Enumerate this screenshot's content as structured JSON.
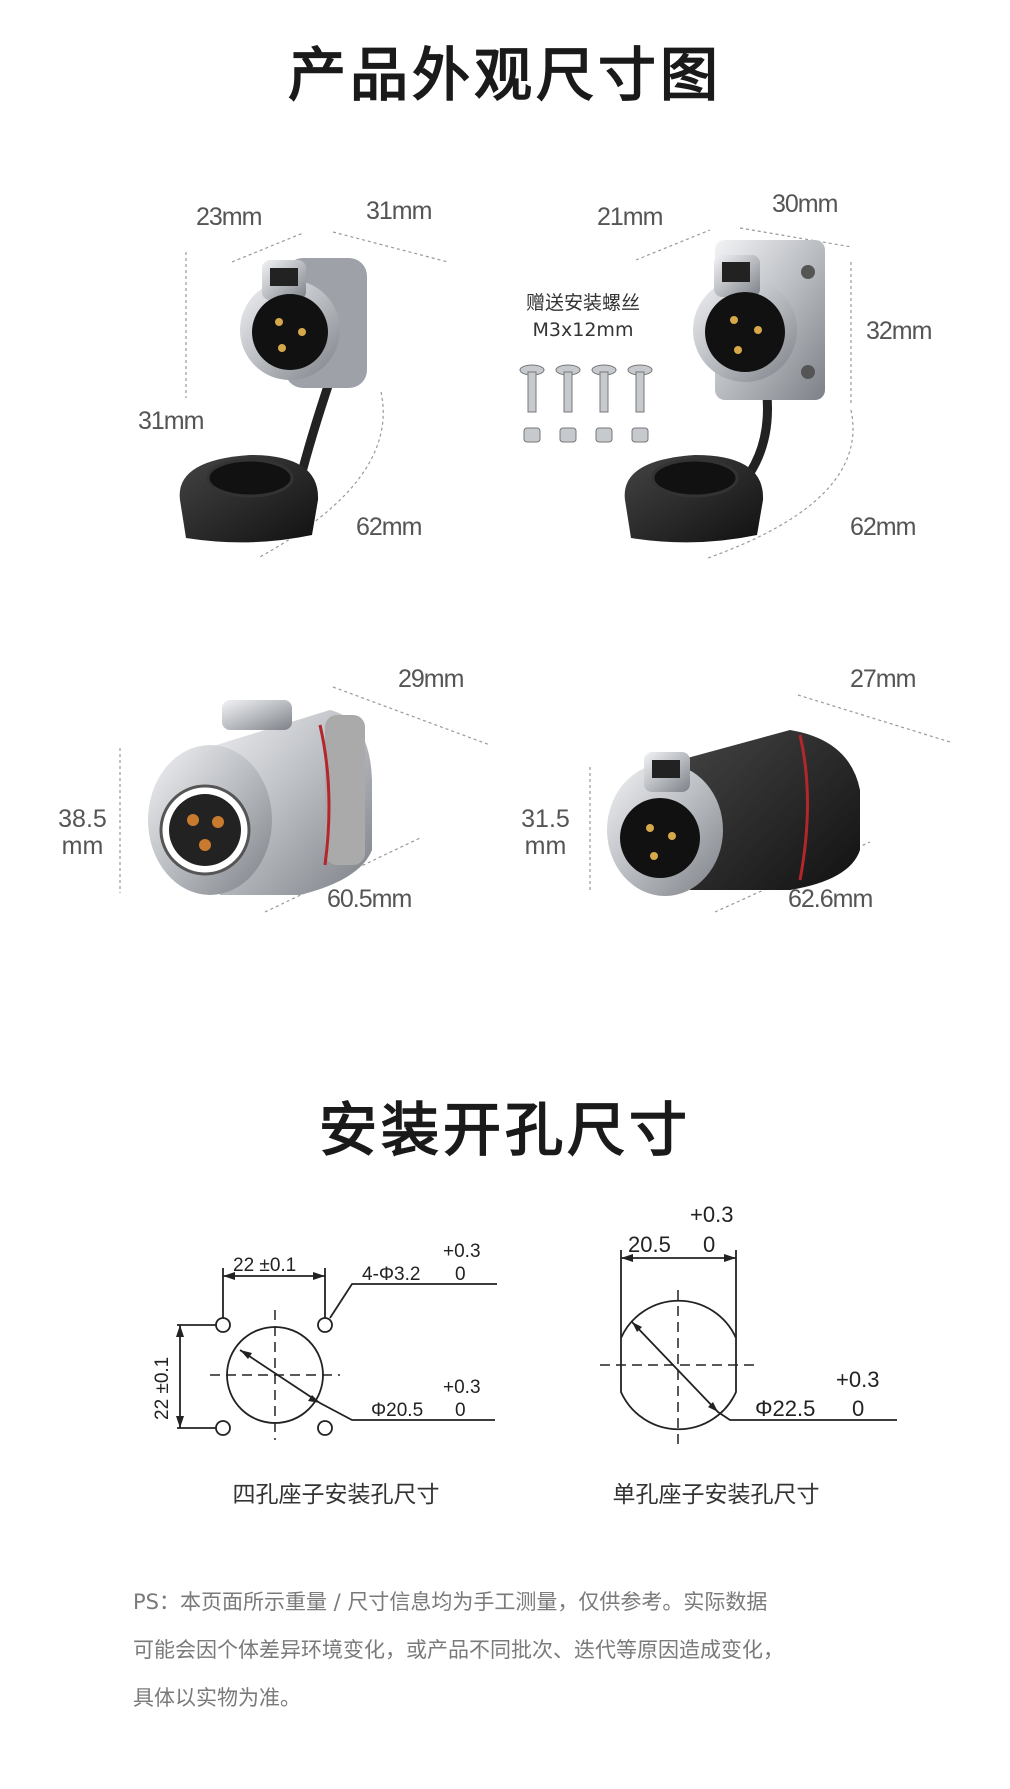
{
  "section1": {
    "title": "产品外观尺寸图"
  },
  "products": [
    {
      "name": "four-hole-socket",
      "dims": [
        "23mm",
        "31mm",
        "31mm",
        "62mm"
      ]
    },
    {
      "name": "square-flange-socket",
      "dims": [
        "21mm",
        "30mm",
        "32mm",
        "62mm"
      ]
    },
    {
      "name": "female-plug",
      "dims": [
        "29mm",
        "38.5",
        "mm",
        "60.5mm"
      ]
    },
    {
      "name": "male-plug",
      "dims": [
        "27mm",
        "31.5",
        "mm",
        "62.6mm"
      ]
    }
  ],
  "screws": {
    "line1": "赠送安装螺丝",
    "line2": "M3x12mm"
  },
  "section2": {
    "title": "安装开孔尺寸"
  },
  "drawing_left": {
    "spacing_h": "22 ±0.1",
    "spacing_v": "22 ±0.1",
    "hole": "4-Φ3.2",
    "hole_tol_upper": "+0.3",
    "hole_tol_lower": "0",
    "bore": "Φ20.5",
    "bore_tol_upper": "+0.3",
    "bore_tol_lower": "0",
    "caption": "四孔座子安装孔尺寸"
  },
  "drawing_right": {
    "width": "20.5",
    "width_tol_upper": "+0.3",
    "width_tol_lower": "0",
    "bore": "Φ22.5",
    "bore_tol_upper": "+0.3",
    "bore_tol_lower": "0",
    "caption": "单孔座子安装孔尺寸"
  },
  "note": {
    "lines": [
      "PS：本页面所示重量 / 尺寸信息均为手工测量，仅供参考。实际数据",
      "可能会因个体差异环境变化，或产品不同批次、迭代等原因造成变化，",
      "具体以实物为准。"
    ]
  },
  "colors": {
    "metal": "#c8cbcf",
    "rubber": "#1e1e1e",
    "accent_red": "#b3262b"
  }
}
